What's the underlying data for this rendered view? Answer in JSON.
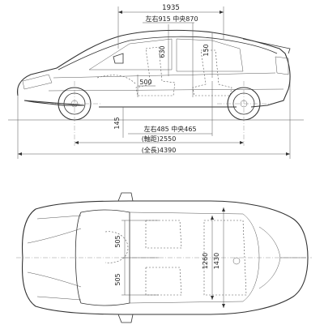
{
  "side_view": {
    "dims": {
      "overhang_top": "1935",
      "headroom": "左右915 中央870",
      "seat_height_front": "630",
      "seat_gap": "150",
      "seat_depth": "500",
      "ground_clearance": "145",
      "legroom": "左右485 中央465",
      "wheelbase": "(軸距)2550",
      "length": "(全長)4390"
    }
  },
  "top_view": {
    "dims": {
      "seat_width_front": "505",
      "seat_width_rear": "505",
      "cabin_width": "1260",
      "overall_width": "1430"
    }
  },
  "colors": {
    "line": "#333333",
    "background": "#ffffff"
  }
}
